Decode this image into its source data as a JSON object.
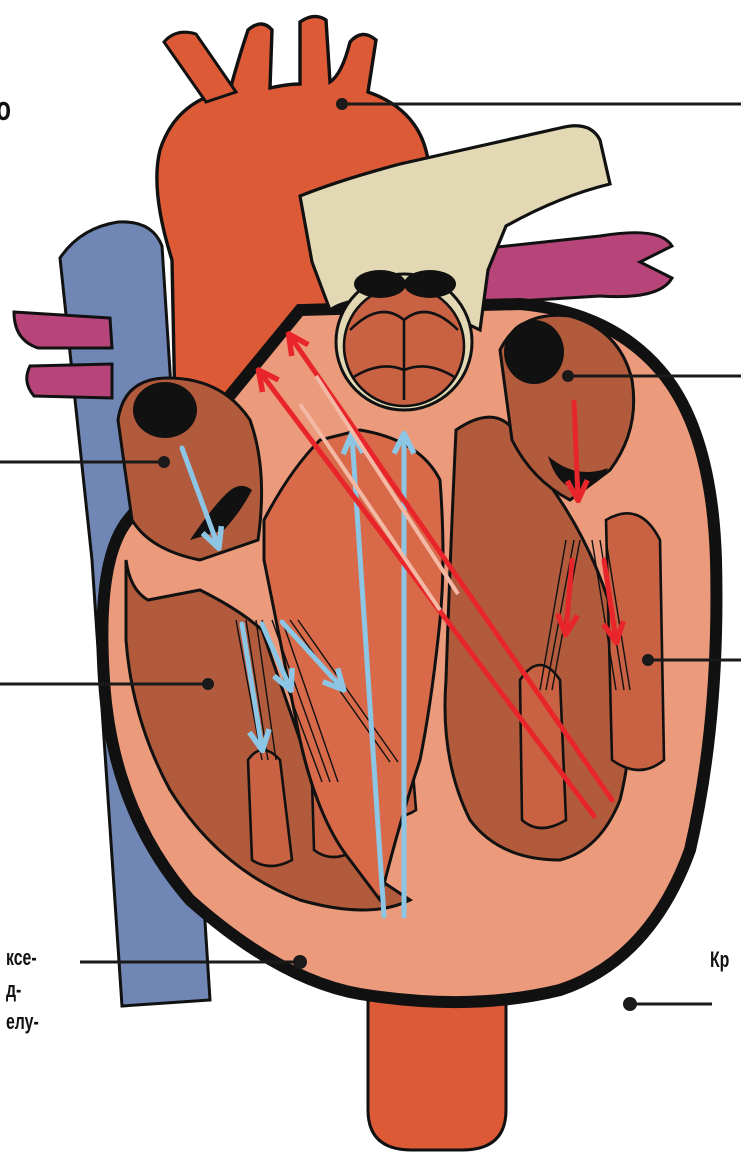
{
  "diagram": {
    "labels": {
      "top_left_fragment": "о",
      "bottom_left_lines": [
        "ксе-",
        "д-",
        "елу-"
      ],
      "bottom_right_fragment": "Кр"
    },
    "colors": {
      "background": "#ffffff",
      "outline": "#111111",
      "aorta": "#dd5a37",
      "pulmonary_artery": "#e2d9b4",
      "pulmonary_veins": "#b7457a",
      "vena_cava": "#7086b4",
      "chamber_inner": "#b25a3c",
      "heart_muscle": "#eb9a7b",
      "septum": "#d96a49",
      "valve_interior": "#c96243",
      "leader_line": "#1a1a1a",
      "blood_flow_oxygen_poor": "#8cc6e4",
      "blood_flow_oxygen_rich": "#e8252a"
    }
  }
}
